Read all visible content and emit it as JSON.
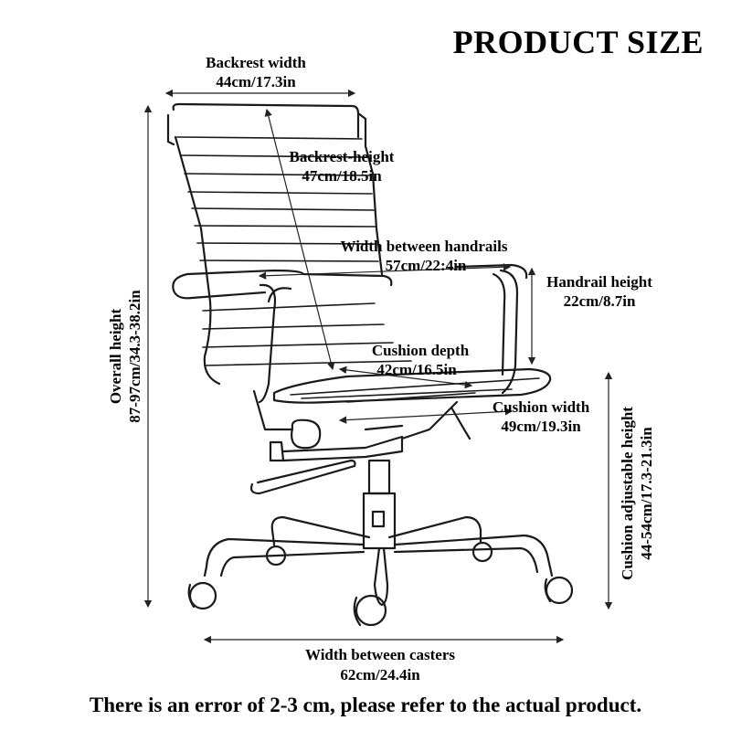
{
  "title": "PRODUCT SIZE",
  "footer": "There is an error of 2-3 cm, please refer to the actual product.",
  "dimensions": {
    "backrest_width": {
      "name": "Backrest width",
      "value": "44cm/17.3in"
    },
    "backrest_height": {
      "name": "Backrest-height",
      "value": "47cm/18.5in"
    },
    "handrail_width": {
      "name": "Width between handrails",
      "value": "57cm/22:4in"
    },
    "handrail_height": {
      "name": "Handrail height",
      "value": "22cm/8.7in"
    },
    "cushion_depth": {
      "name": "Cushion depth",
      "value": "42cm/16.5in"
    },
    "cushion_width": {
      "name": "Cushion width",
      "value": "49cm/19.3in"
    },
    "overall_height": {
      "name": "Overall height",
      "value": "87-97cm/34.3-38.2in"
    },
    "cushion_adjustable_height": {
      "name": "Cushion adjustable height",
      "value": "44-54cm/17.3-21.3in"
    },
    "caster_width": {
      "name": "Width between casters",
      "value": "62cm/24.4in"
    }
  },
  "colors": {
    "ink": "#111111",
    "background": "#ffffff"
  }
}
